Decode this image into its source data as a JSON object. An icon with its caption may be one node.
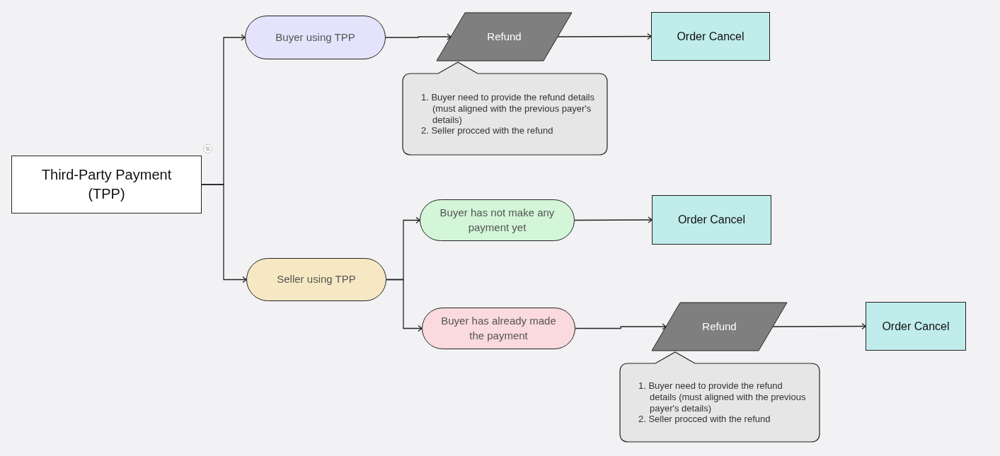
{
  "diagram": {
    "nodes": [
      {
        "text": [
          "Third-Party Payment (TPP)"
        ]
      },
      {
        "text": [
          "Buyer using TPP"
        ]
      },
      {
        "text": [
          "Refund"
        ]
      },
      {
        "text": [
          "Order Cancel"
        ]
      },
      {
        "text": [
          "1. Buyer need to provide the refund details (must aligned with the previous payer's details)",
          "2. Seller procced with the refund"
        ]
      },
      {
        "text": [
          "Seller using TPP"
        ]
      },
      {
        "text": [
          "Buyer has not make any payment yet"
        ]
      },
      {
        "text": [
          "Order Cancel"
        ]
      },
      {
        "text": [
          "Buyer has already made the payment"
        ]
      },
      {
        "text": [
          "Refund"
        ]
      },
      {
        "text": [
          "Order Cancel"
        ]
      },
      {
        "text": [
          "1. Buyer need to provide the refund details (must aligned with the previous payer's details)",
          "2. Seller procced with the refund"
        ]
      }
    ],
    "edges": [
      {
        "from": 0,
        "to": 1,
        "arrow": "to"
      },
      {
        "from": 0,
        "to": 5,
        "arrow": "to"
      },
      {
        "from": 1,
        "to": 2,
        "arrow": "to"
      },
      {
        "from": 2,
        "to": 3,
        "arrow": "to"
      },
      {
        "from": 5,
        "to": 6,
        "arrow": "to"
      },
      {
        "from": 5,
        "to": 8,
        "arrow": "to"
      },
      {
        "from": 6,
        "to": 7,
        "arrow": "to"
      },
      {
        "from": 8,
        "to": 9,
        "arrow": "to"
      },
      {
        "from": 9,
        "to": 10,
        "arrow": "to"
      }
    ]
  }
}
